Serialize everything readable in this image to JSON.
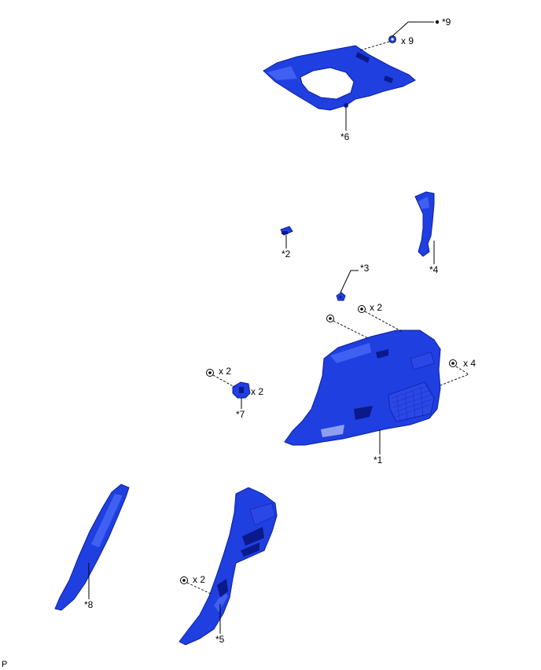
{
  "colors": {
    "part": "#1f3fe0",
    "part_edge": "#0b1fa0"
  },
  "callouts": {
    "c1": "*1",
    "c2": "*2",
    "c3": "*3",
    "c4": "*4",
    "c5": "*5",
    "c6": "*6",
    "c7": "*7",
    "c8": "*8",
    "c9": "*9"
  },
  "quantities": {
    "q_top_clips": "x 9",
    "q_trim_clip_a": "x 2",
    "q_trim_right": "x 4",
    "q_bracket_screw": "x 2",
    "q_bracket_clip": "x 2",
    "q_lower_clip": "x 2"
  },
  "corner_mark": "P"
}
